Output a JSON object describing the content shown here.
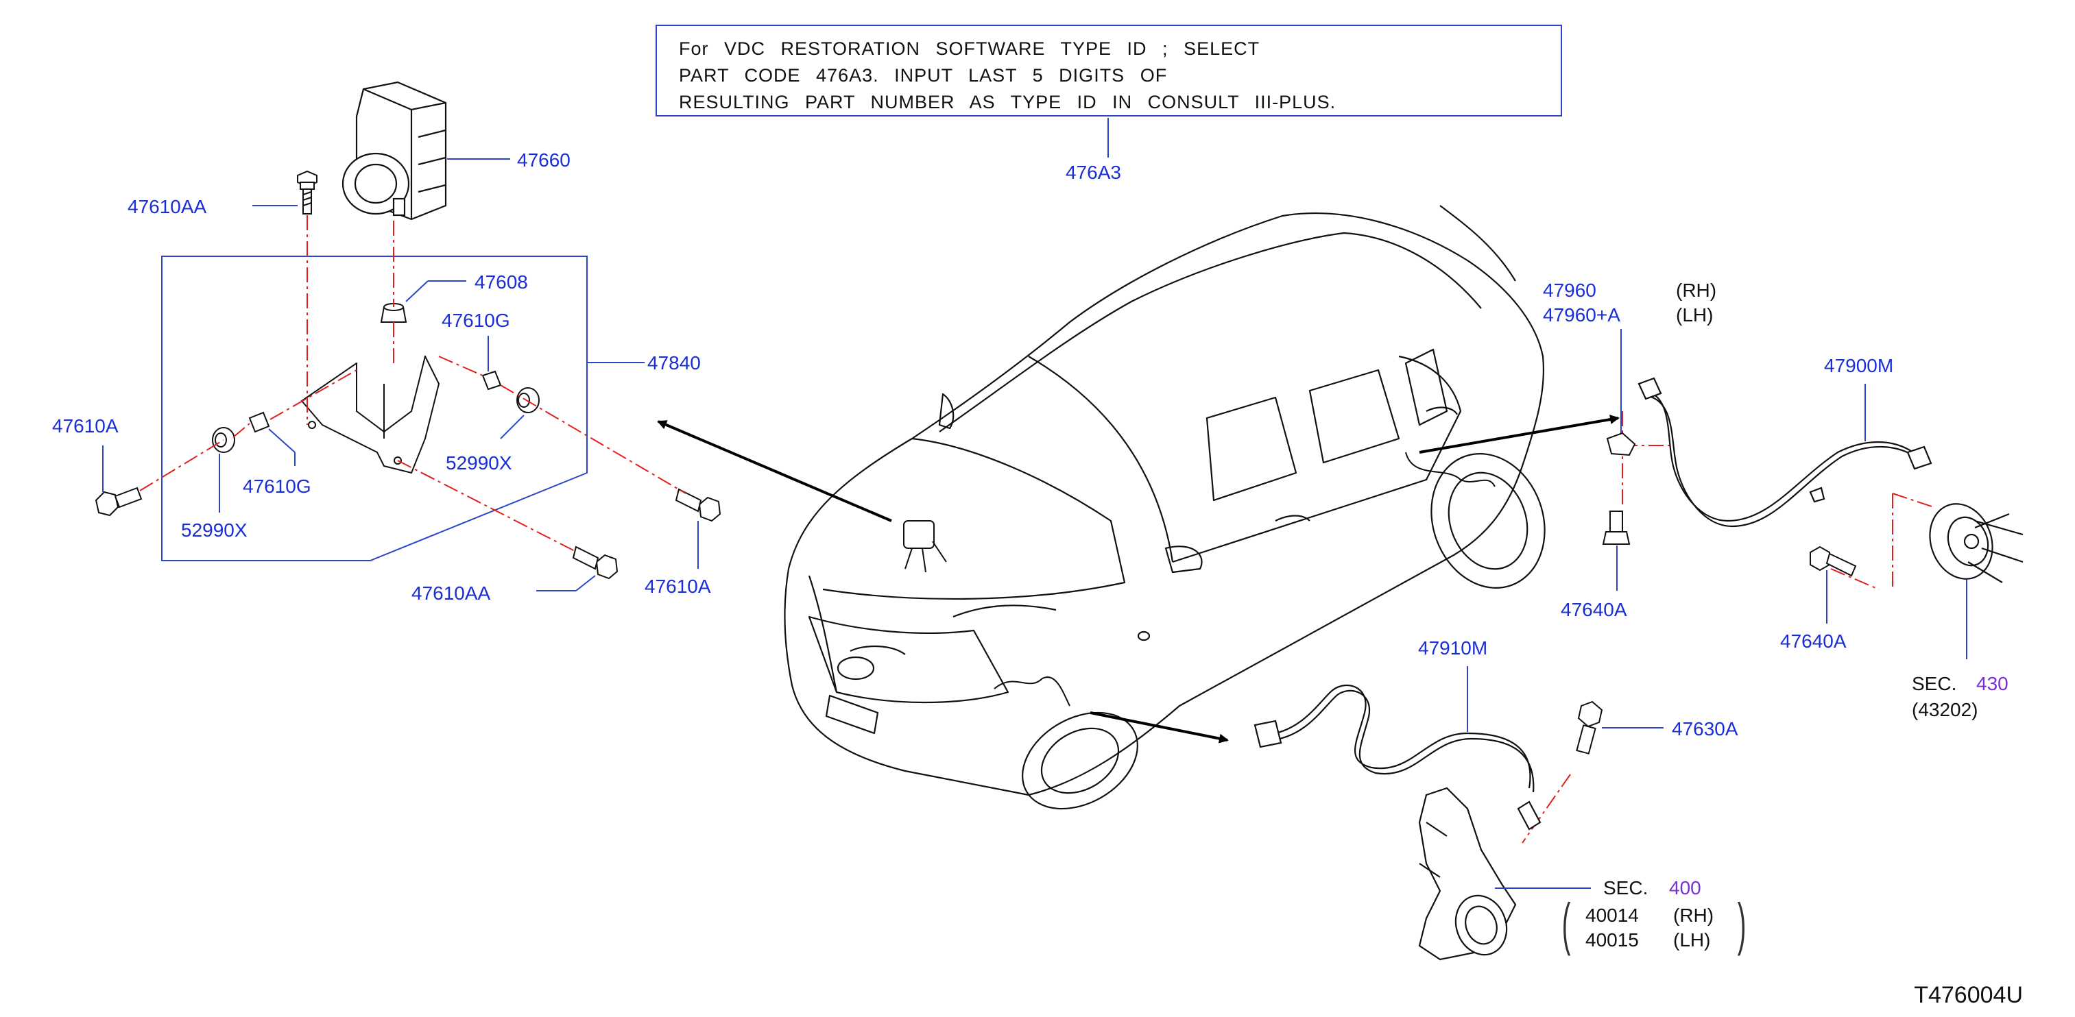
{
  "note": {
    "lines": [
      "For VDC RESTORATION SOFTWARE TYPE ID ; SELECT",
      "PART CODE 476A3. INPUT LAST 5 DIGITS OF",
      "RESULTING PART NUMBER AS TYPE ID IN CONSULT III-PLUS."
    ],
    "ref": "476A3"
  },
  "labels": {
    "p47660": "47660",
    "p47610AA_top": "47610AA",
    "p47608": "47608",
    "p47610G_right": "47610G",
    "p47840": "47840",
    "p47610A_left": "47610A",
    "p47610G_left": "47610G",
    "p52990X_right": "52990X",
    "p52990X_left": "52990X",
    "p47610AA_bottom": "47610AA",
    "p47610A_right": "47610A",
    "p47960": "47960",
    "p47960A": "47960+A",
    "rh1": "(RH)",
    "lh1": "(LH)",
    "p47900M": "47900M",
    "p47640A_mid": "47640A",
    "p47640A_right": "47640A",
    "sec430_prefix": "SEC.",
    "sec430_num": "430",
    "sec430_sub": "(43202)",
    "p47910M": "47910M",
    "p47630A": "47630A",
    "sec400_prefix": "SEC.",
    "sec400_num": "400",
    "p40014": "40014",
    "rh2": "(RH)",
    "p40015": "40015",
    "lh2": "(LH)"
  },
  "doc_id": "T476004U",
  "colors": {
    "label": "#1a2ed6",
    "leader": "#2b45c9",
    "centerline": "#e02020",
    "sec_ref": "#7a2fd6"
  }
}
